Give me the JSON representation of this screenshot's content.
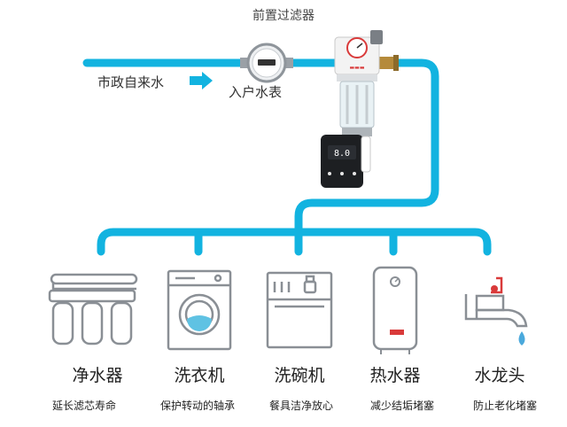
{
  "diagram": {
    "title": "前置过滤器",
    "water_supply_label": "市政自来水",
    "meter_label": "入户水表",
    "filter_display": "8.0",
    "appliances": [
      {
        "name": "净水器",
        "desc": "延长滤芯寿命",
        "icon": "water-purifier-icon"
      },
      {
        "name": "洗衣机",
        "desc": "保护转动的轴承",
        "icon": "washing-machine-icon"
      },
      {
        "name": "洗碗机",
        "desc": "餐具洁净放心",
        "icon": "dishwasher-icon"
      },
      {
        "name": "热水器",
        "desc": "减少结垢堵塞",
        "icon": "water-heater-icon"
      },
      {
        "name": "水龙头",
        "desc": "防止老化堵塞",
        "icon": "faucet-icon"
      }
    ],
    "colors": {
      "pipe": "#12b3e0",
      "icon_stroke": "#8a8f95",
      "water_drop": "#4aa9dc",
      "accent_red": "#d93a3a"
    }
  }
}
